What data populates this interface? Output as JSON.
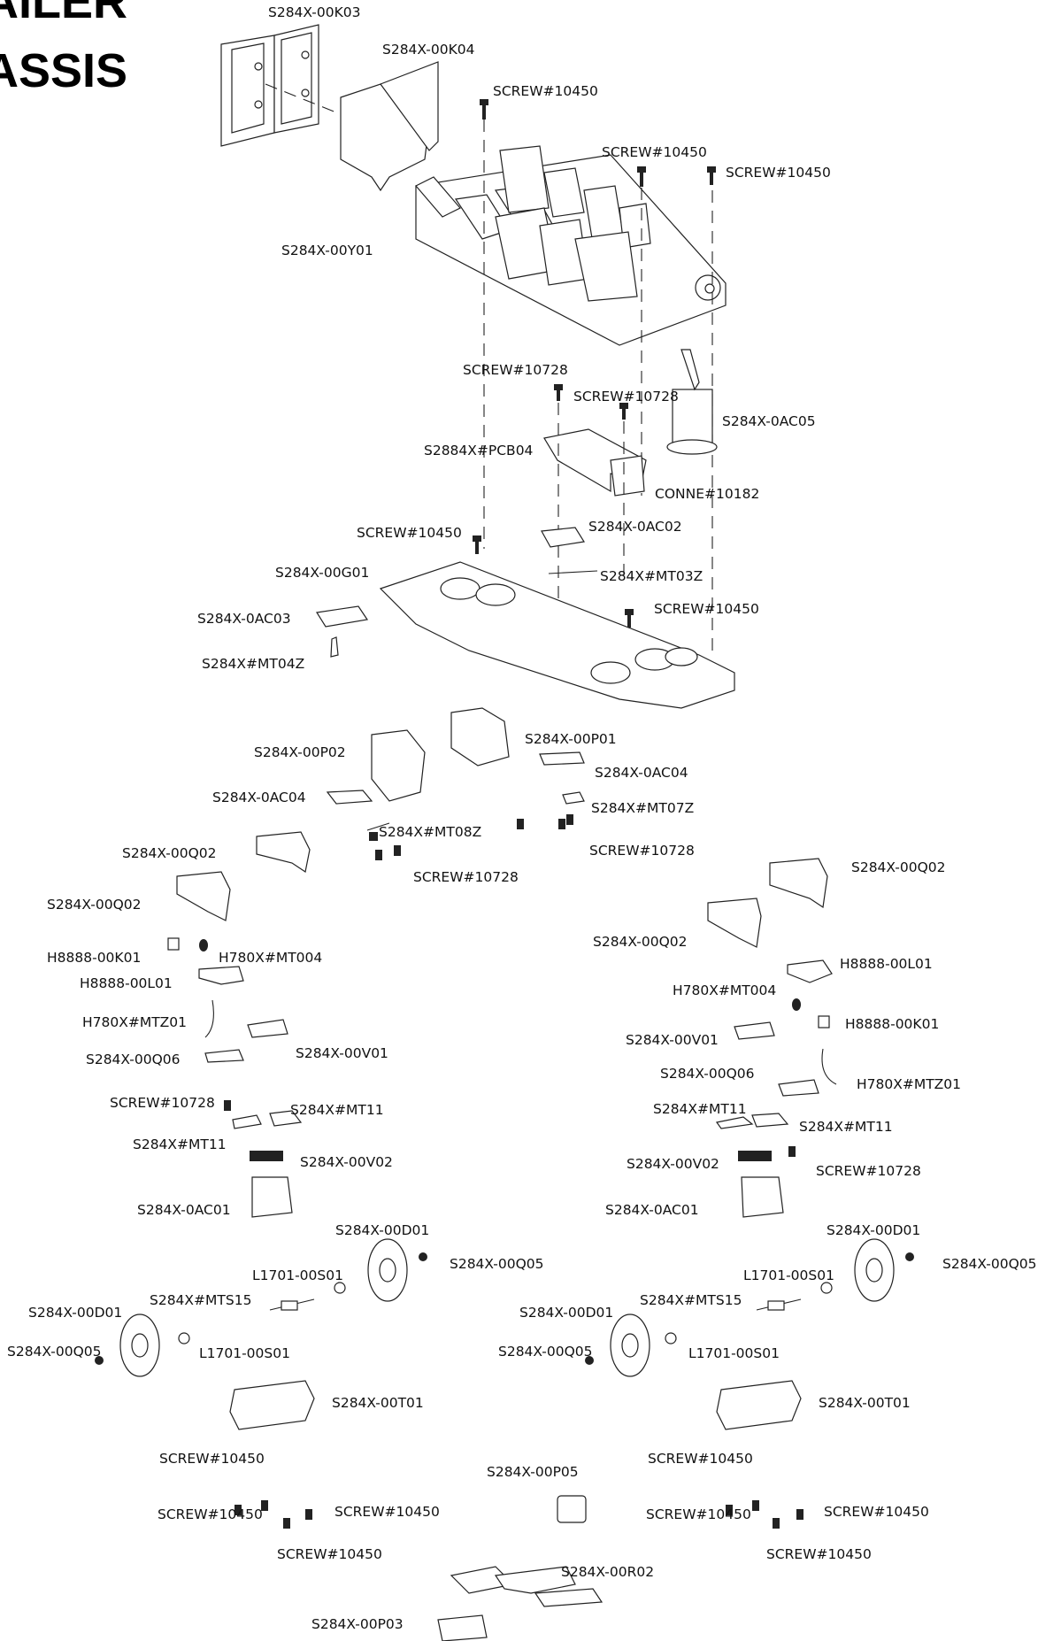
{
  "title": {
    "line1": "AILER",
    "line2": "ASSIS"
  },
  "labels": [
    "S284X-00K03",
    "S284X-00K04",
    "SCREW#10450",
    "SCREW#10450",
    "SCREW#10450",
    "S284X-00Y01",
    "SCREW#10728",
    "SCREW#10728",
    "S284X-0AC05",
    "S2884X#PCB04",
    "CONNE#10182",
    "SCREW#10450",
    "S284X-0AC02",
    "S284X-00G01",
    "S284X#MT03Z",
    "SCREW#10450",
    "S284X-0AC03",
    "S284X#MT04Z",
    "S284X-00P01",
    "S284X-00P02",
    "S284X-0AC04",
    "S284X-0AC04",
    "S284X#MT07Z",
    "S284X#MT08Z",
    "SCREW#10728",
    "SCREW#10728",
    "S284X-00Q02",
    "S284X-00Q02",
    "S284X-00Q02",
    "S284X-00Q02",
    "H8888-00K01",
    "H780X#MT004",
    "H8888-00L01",
    "H780X#MTZ01",
    "S284X-00V01",
    "S284X-00Q06",
    "SCREW#10728",
    "S284X#MT11",
    "S284X#MT11",
    "S284X-00V02",
    "S284X-0AC01",
    "H8888-00L01",
    "H780X#MT004",
    "H8888-00K01",
    "S284X-00V01",
    "S284X-00Q06",
    "H780X#MTZ01",
    "S284X#MT11",
    "S284X#MT11",
    "S284X-00V02",
    "SCREW#10728",
    "S284X-0AC01",
    "S284X-00D01",
    "S284X-00Q05",
    "L1701-00S01",
    "S284X#MTS15",
    "S284X-00D01",
    "S284X-00Q05",
    "L1701-00S01",
    "S284X-00D01",
    "S284X-00Q05",
    "L1701-00S01",
    "S284X#MTS15",
    "S284X-00D01",
    "S284X-00Q05",
    "L1701-00S01",
    "S284X-00T01",
    "SCREW#10450",
    "SCREW#10450",
    "SCREW#10450",
    "SCREW#10450",
    "S284X-00P05",
    "S284X-00T01",
    "SCREW#10450",
    "SCREW#10450",
    "SCREW#10450",
    "SCREW#10450",
    "S284X-00R02",
    "S284X-00P03"
  ]
}
